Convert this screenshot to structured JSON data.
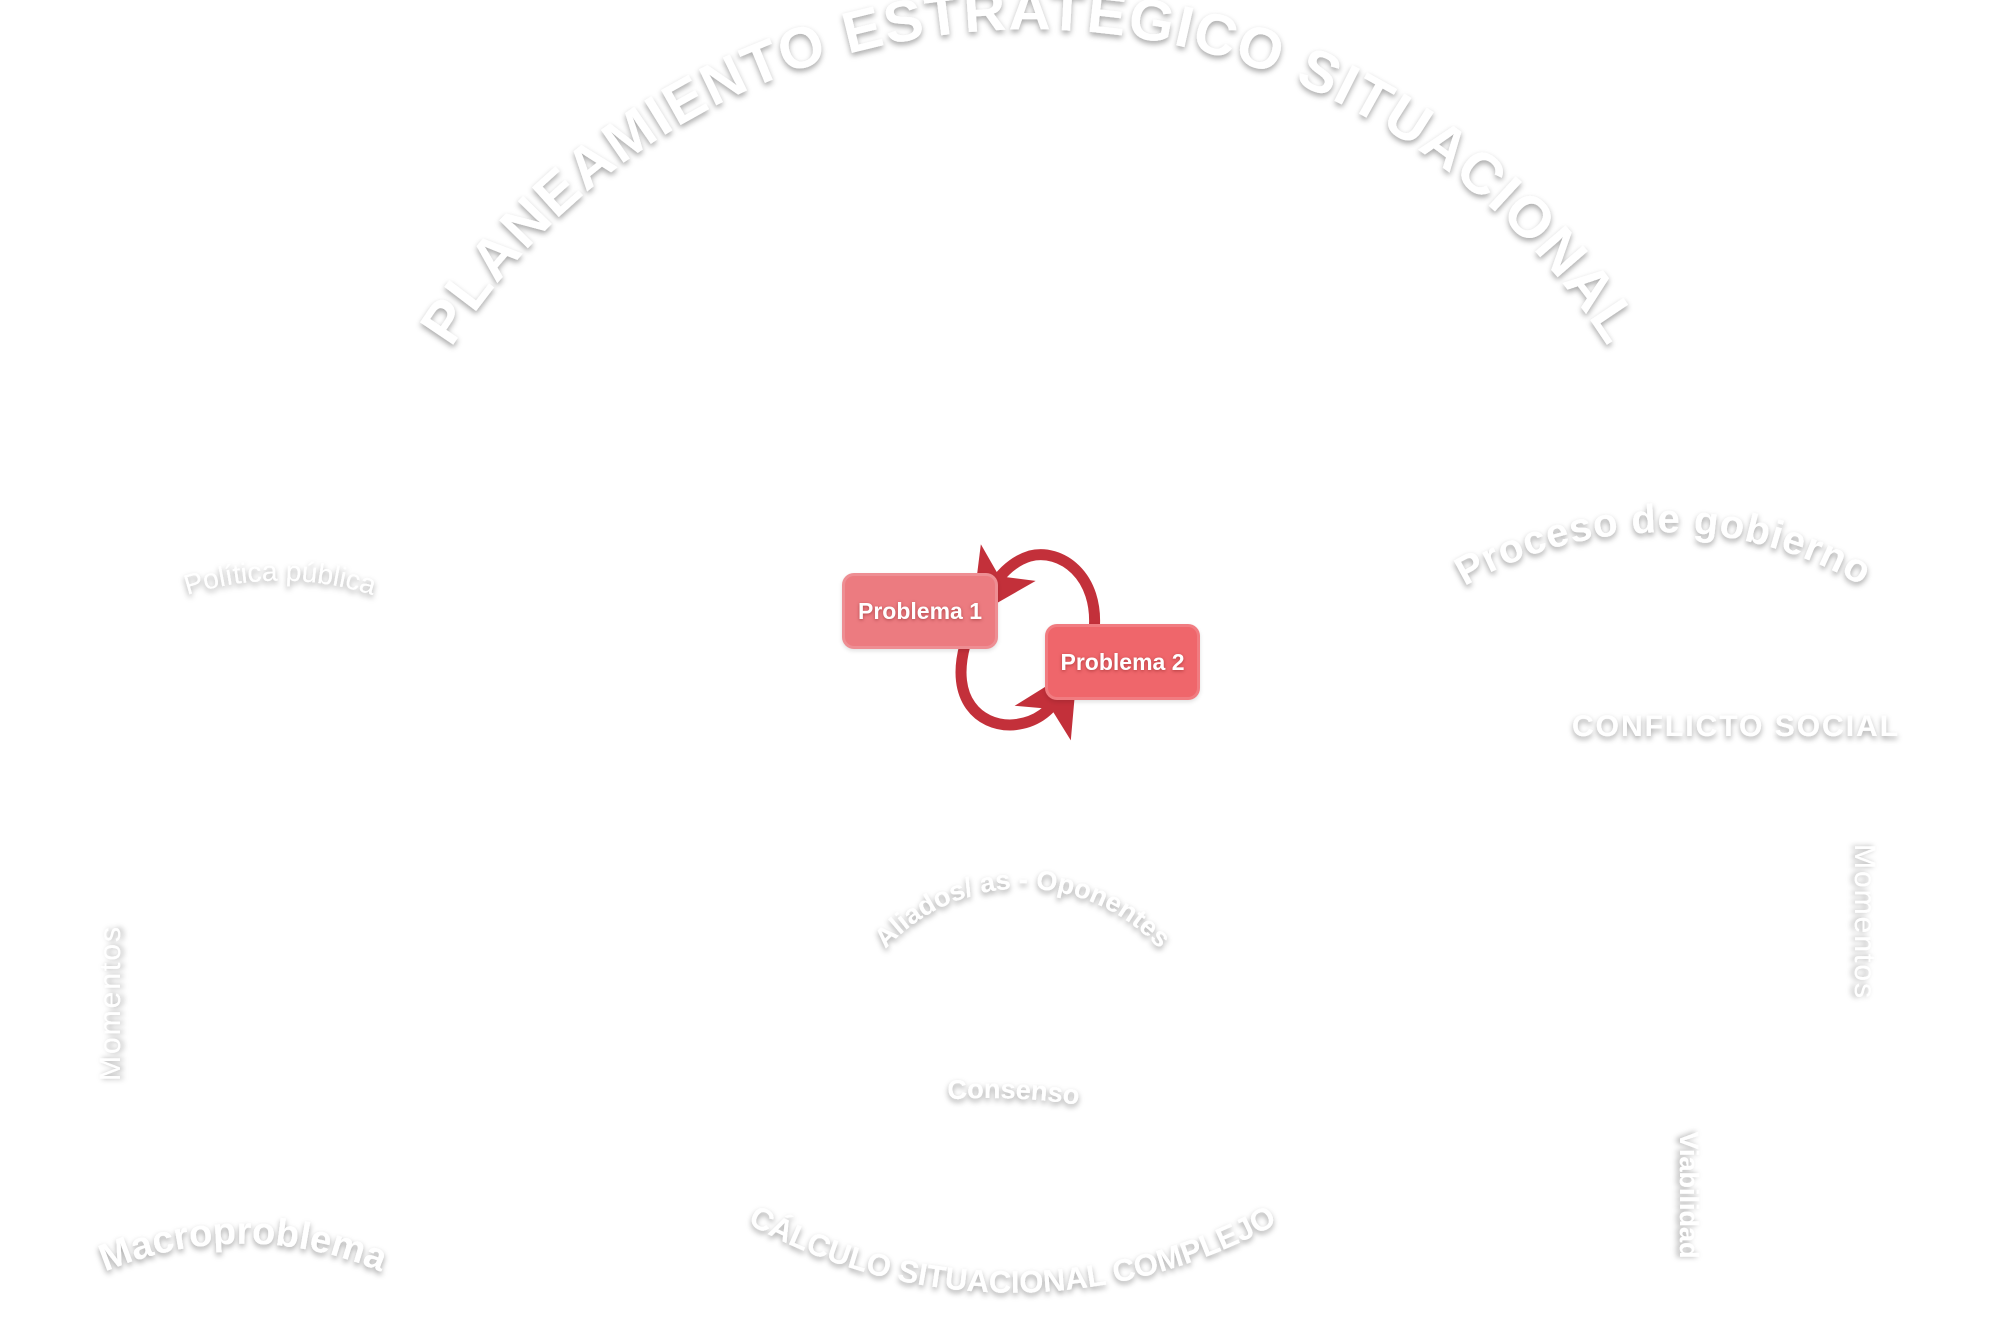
{
  "title": "PLANEAMIENTO ESTRATÉGICO SITUACIONAL",
  "labels": {
    "proceso": "Proceso de gobierno",
    "politica": "Política pública",
    "conflicto": "CONFLICTO SOCIAL",
    "momentos_left": "Momentos",
    "momentos_right": "Momentos",
    "aliados": "Aliados/ as - Oponentes",
    "consenso": "Consenso",
    "macroproblema": "Macroproblema",
    "calculo": "CÁLCULO SITUACIONAL COMPLEJO",
    "viabilidad": "Viabilidad"
  },
  "boxes": {
    "problema1": "Problema 1",
    "problema2": "Problema 2"
  },
  "colors": {
    "box1": "#ec7b80",
    "box2": "#ef666b",
    "arrow": "#c3303a"
  }
}
